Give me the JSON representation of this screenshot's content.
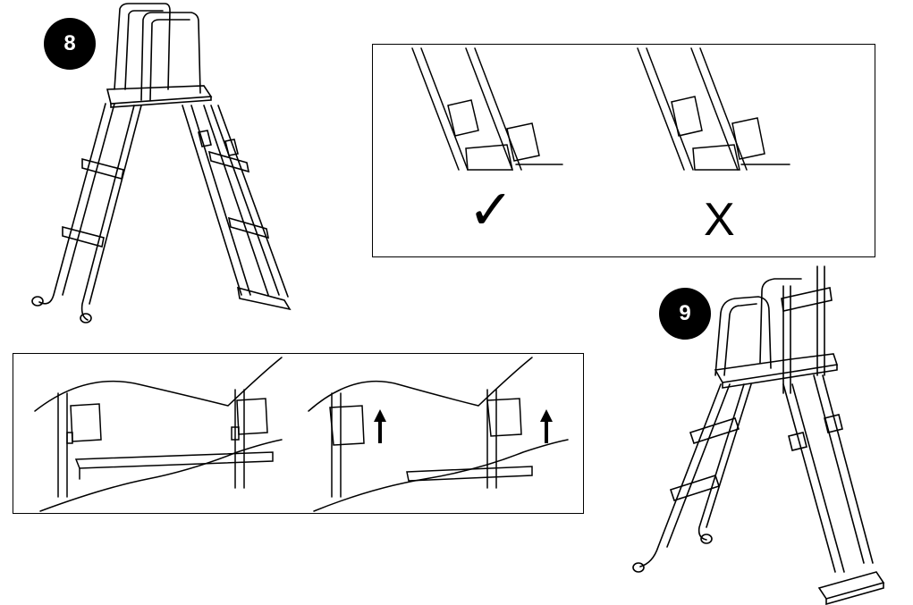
{
  "steps": {
    "step8": {
      "number": "8"
    },
    "step9": {
      "number": "9"
    }
  },
  "latch_check": {
    "correct_symbol": "✓",
    "incorrect_symbol": "X"
  },
  "colors": {
    "ink": "#000000",
    "paper": "#ffffff"
  },
  "icons": [
    "step-number-badge",
    "check-mark-icon",
    "x-mark-icon",
    "up-arrow-icon"
  ]
}
